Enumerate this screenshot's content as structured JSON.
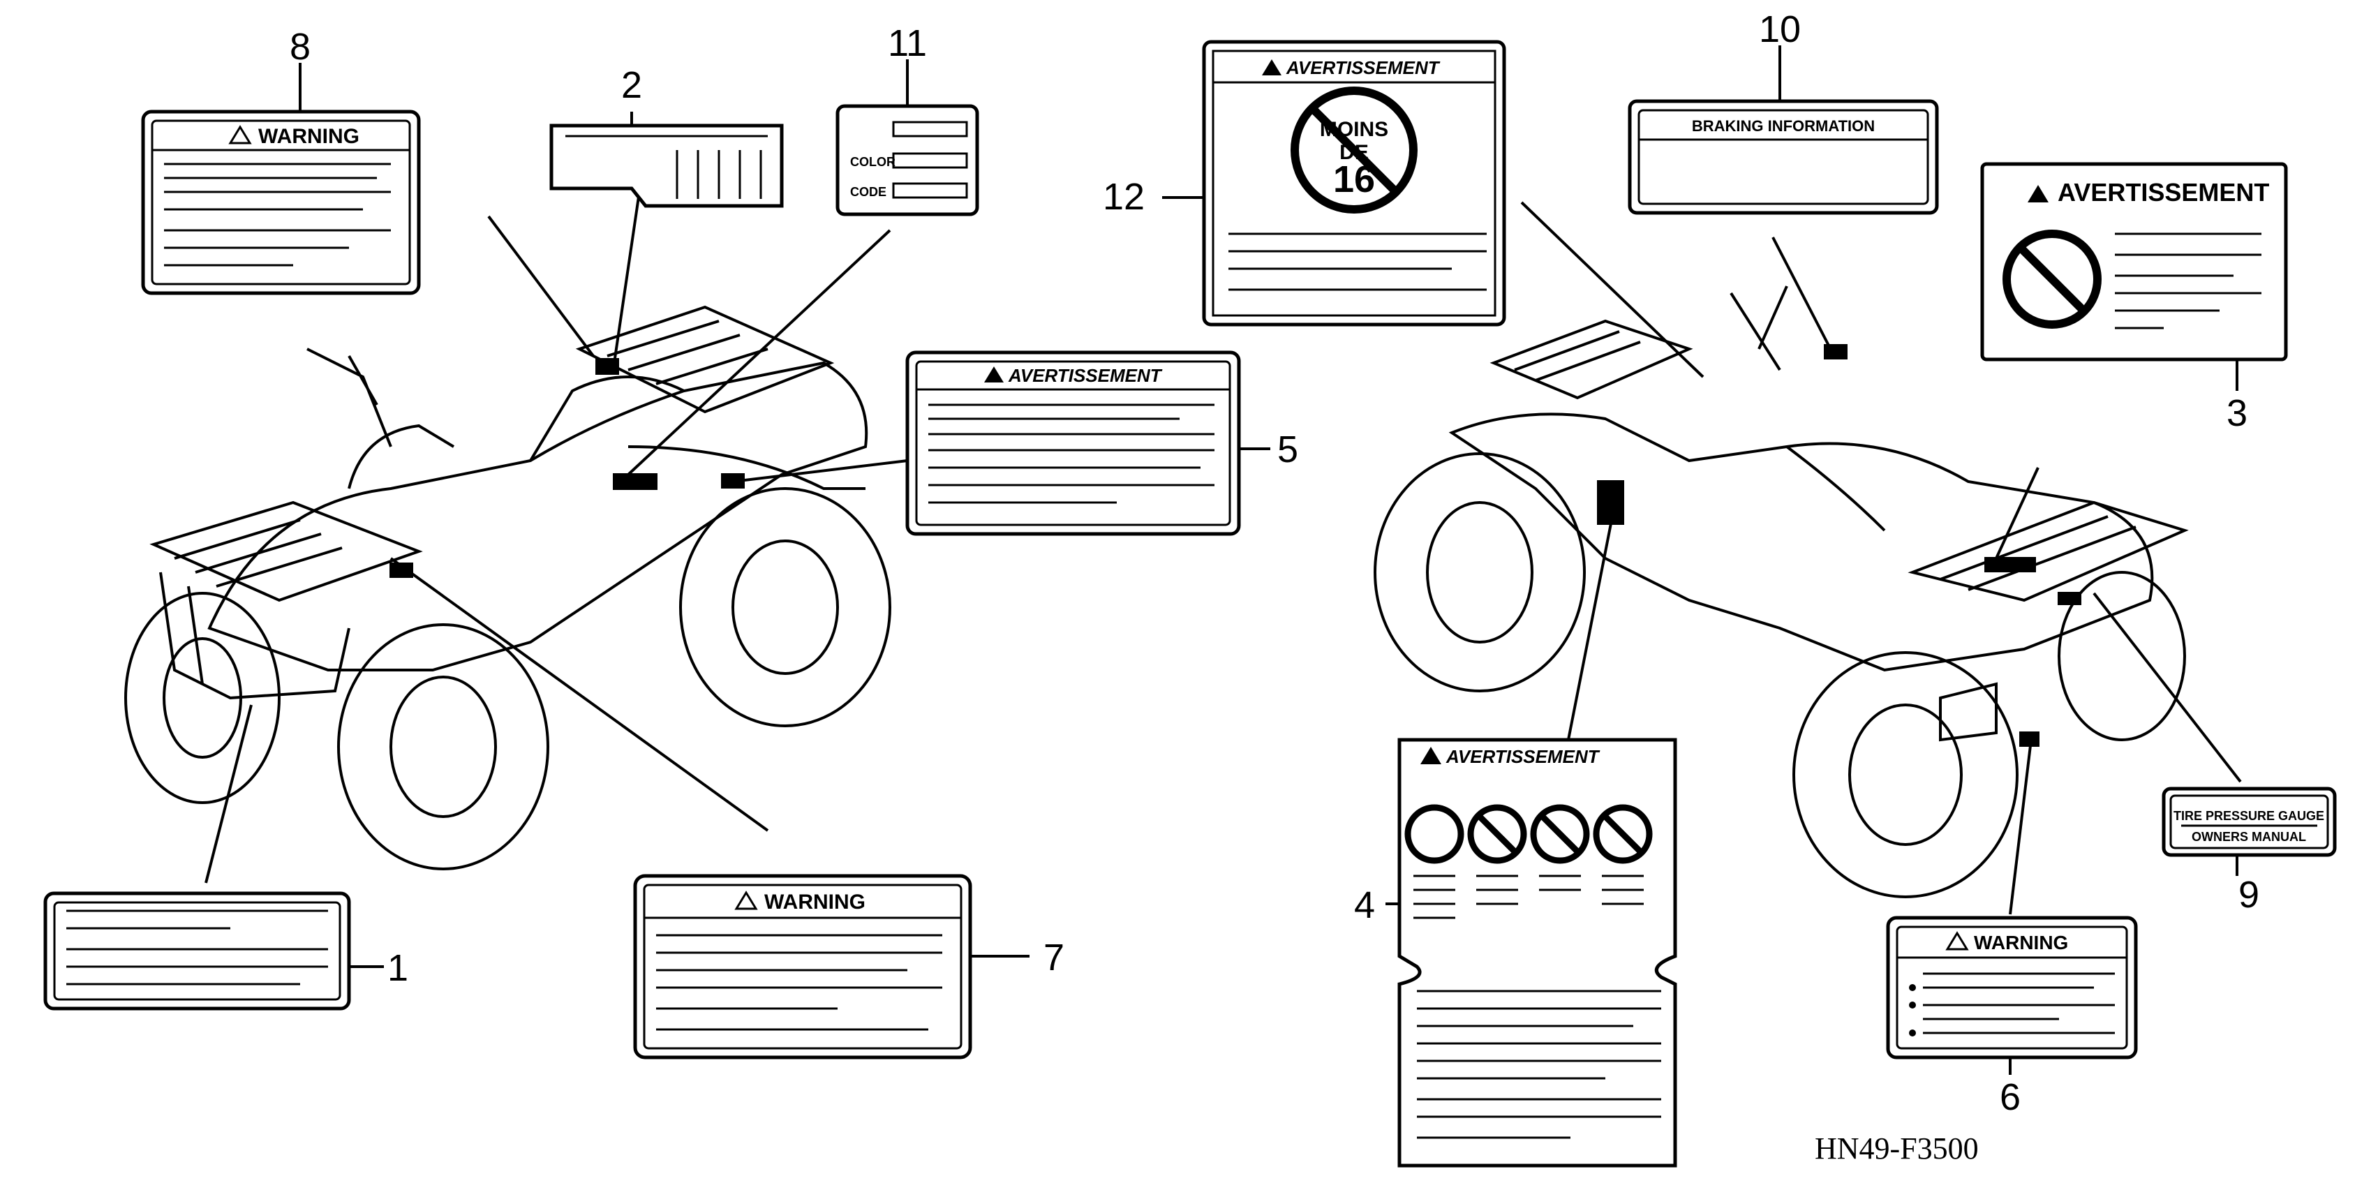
{
  "callouts": {
    "c1": "1",
    "c2": "2",
    "c3": "3",
    "c4": "4",
    "c5": "5",
    "c6": "6",
    "c7": "7",
    "c8": "8",
    "c9": "9",
    "c10": "10",
    "c11": "11",
    "c12": "12"
  },
  "labels": {
    "warning": "WARNING",
    "avertissement": "AVERTISSEMENT",
    "braking_information": "BRAKING INFORMATION",
    "color": "COLOR",
    "code": "CODE",
    "moins": "MOINS",
    "de": "DE",
    "age": "16",
    "tire_pressure_gauge": "TIRE PRESSURE GAUGE",
    "owners_manual": "OWNERS MANUAL"
  },
  "diagram_code": "HN49-F3500"
}
